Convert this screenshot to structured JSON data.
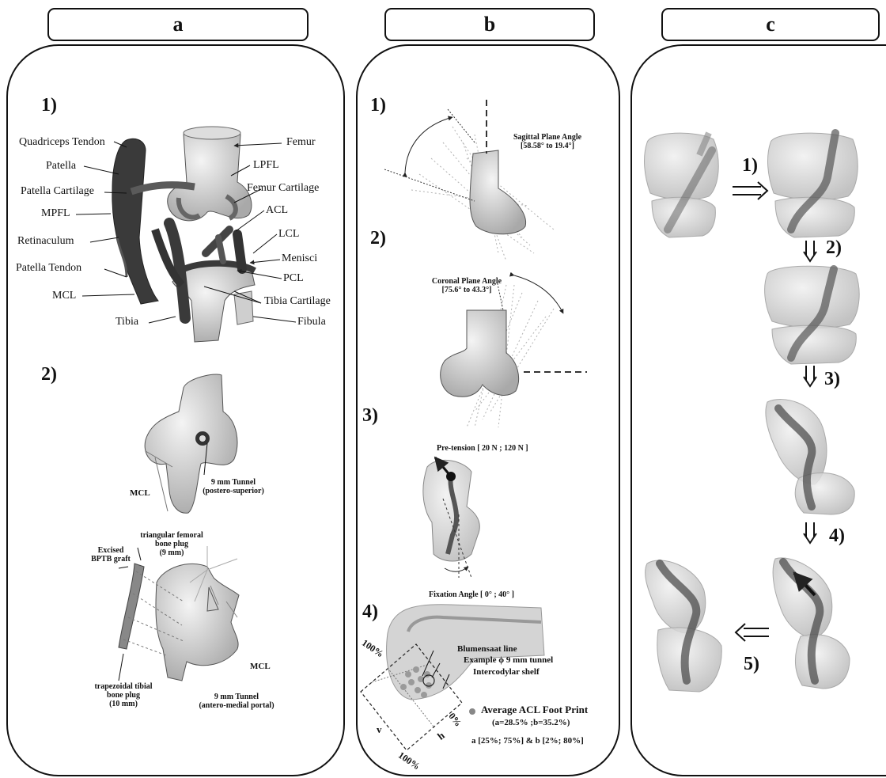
{
  "headers": [
    "a",
    "b",
    "c"
  ],
  "panel_a": {
    "step1": "1)",
    "step2": "2)",
    "labels": {
      "quadriceps_tendon": "Quadriceps Tendon",
      "patella": "Patella",
      "patella_cartilage": "Patella Cartilage",
      "mpfl": "MPFL",
      "retinaculum": "Retinaculum",
      "patella_tendon": "Patella Tendon",
      "mcl": "MCL",
      "tibia": "Tibia",
      "femur": "Femur",
      "lpfl": "LPFL",
      "femur_cartilage": "Femur Cartilage",
      "acl": "ACL",
      "lcl": "LCL",
      "menisci": "Menisci",
      "pcl": "PCL",
      "tibia_cartilage": "Tibia Cartilage",
      "fibula": "Fibula"
    },
    "part2": {
      "mcl_upper": "MCL",
      "tunnel_femoral_1": "9 mm Tunnel",
      "tunnel_femoral_2": "(postero-superior)",
      "plug_femoral_1": "triangular femoral",
      "plug_femoral_2": "bone plug",
      "plug_femoral_3": "(9 mm)",
      "graft_1": "Excised",
      "graft_2": "BPTB graft",
      "plug_tibial_1": "trapezoidal tibial",
      "plug_tibial_2": "bone plug",
      "plug_tibial_3": "(10 mm)",
      "mcl_lower": "MCL",
      "tunnel_tibial_1": "9 mm Tunnel",
      "tunnel_tibial_2": "(antero-medial portal)"
    }
  },
  "panel_b": {
    "step1": "1)",
    "step2": "2)",
    "step3": "3)",
    "step4": "4)",
    "sagittal_1": "Sagittal Plane Angle",
    "sagittal_2": "[58.58° to 19.4°]",
    "coronal_1": "Coronal Plane Angle",
    "coronal_2": "[75.6° to 43.3°]",
    "pretension": "Pre-tension  [ 20 N ;  120 N ]",
    "fixation": "Fixation Angle [ 0° ;  40° ]",
    "blumensaat": "Blumensaat line",
    "example_tunnel": "Example  ϕ 9 mm tunnel",
    "intercondylar": "Intercodylar  shelf",
    "pct_100_top": "100%",
    "pct_0": "0%",
    "pct_100_bottom": "100%",
    "v": "v",
    "h": "h",
    "footprint_title": "Average ACL Foot Print",
    "footprint_values": "(a=28.5% ;b=35.2%)",
    "footprint_range": "a [25%; 75%] & b [2%; 80%]"
  },
  "panel_c": {
    "steps": [
      "1)",
      "2)",
      "3)",
      "4)",
      "5)"
    ]
  }
}
